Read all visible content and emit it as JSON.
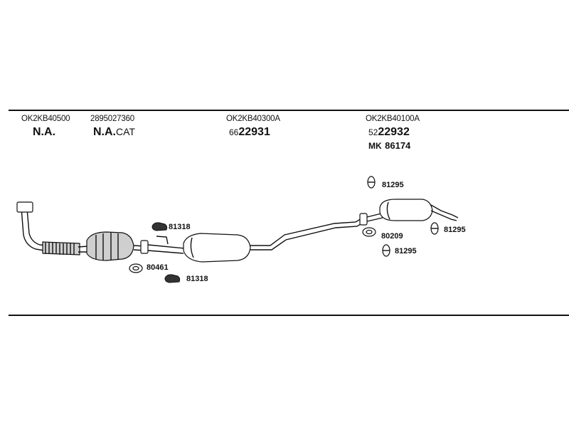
{
  "columns": [
    {
      "code": "OK2KB40500",
      "name": "N.A.",
      "name_suffix": ""
    },
    {
      "code": "2895027360",
      "name": "N.A.",
      "name_suffix": "CAT"
    },
    {
      "code": "OK2KB40300A",
      "num_prefix": "66",
      "num_main": "22931"
    },
    {
      "code": "OK2KB40100A",
      "num_prefix": "52",
      "num_main": "22932",
      "extra_prefix": "MK",
      "extra_num": "86174"
    }
  ],
  "parts": {
    "p81318_top": "81318",
    "p80461": "80461",
    "p81318_bottom": "81318",
    "p81295_top": "81295",
    "p80209": "80209",
    "p81295_bottom": "81295",
    "p81295_right": "81295"
  },
  "colors": {
    "line": "#111111",
    "part_fill": "#cfcfcf"
  }
}
